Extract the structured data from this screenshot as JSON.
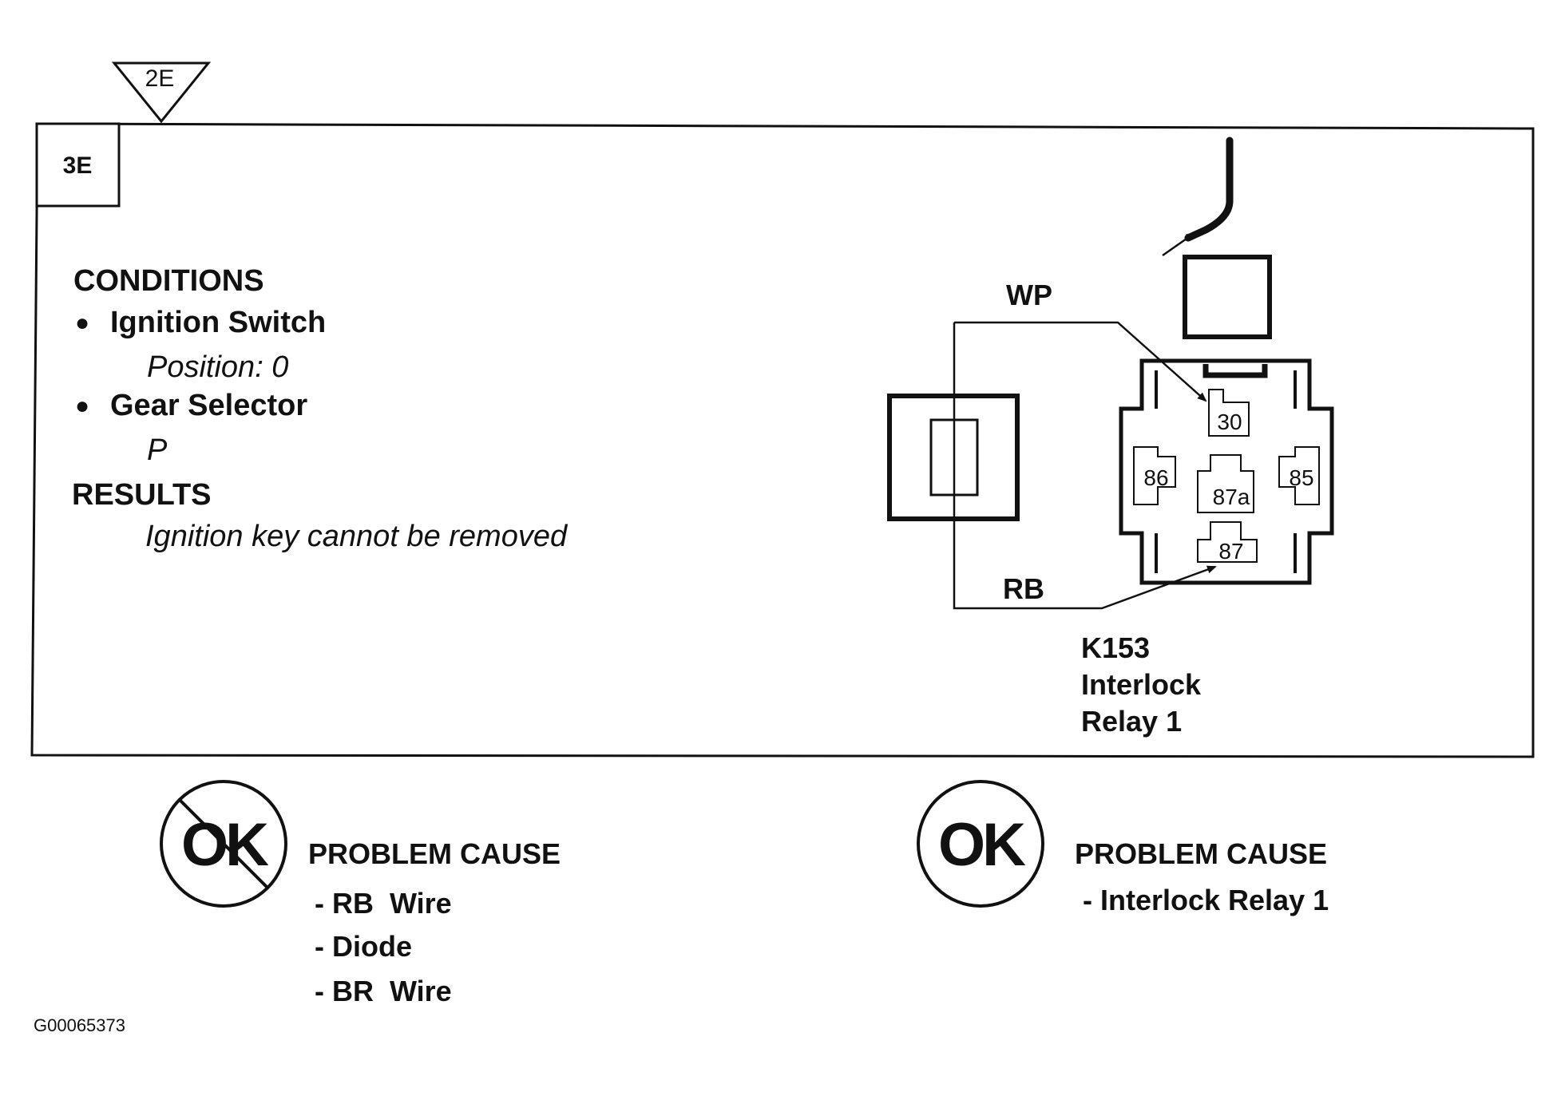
{
  "step_prev": "2E",
  "step_current": "3E",
  "conditions": {
    "heading": "CONDITIONS",
    "bullet": "●",
    "items": [
      {
        "label": "Ignition Switch",
        "value": "Position: 0"
      },
      {
        "label": "Gear Selector",
        "value": "P"
      }
    ]
  },
  "results": {
    "heading": "RESULTS",
    "text": "Ignition key cannot be removed"
  },
  "wire_labels": {
    "top": "WP",
    "bottom": "RB"
  },
  "relay": {
    "terminals": [
      "30",
      "86",
      "87a",
      "85",
      "87"
    ],
    "caption": [
      "K153",
      "Interlock",
      "Relay 1"
    ]
  },
  "outcomes": [
    {
      "status_text": "OK",
      "icon": "not-ok-icon",
      "heading": "PROBLEM CAUSE",
      "causes": [
        "- RB  Wire",
        "- Diode",
        "- BR  Wire"
      ]
    },
    {
      "status_text": "OK",
      "icon": "ok-icon",
      "heading": "PROBLEM CAUSE",
      "causes": [
        "- Interlock Relay 1"
      ]
    }
  ],
  "figure_id": "G00065373"
}
